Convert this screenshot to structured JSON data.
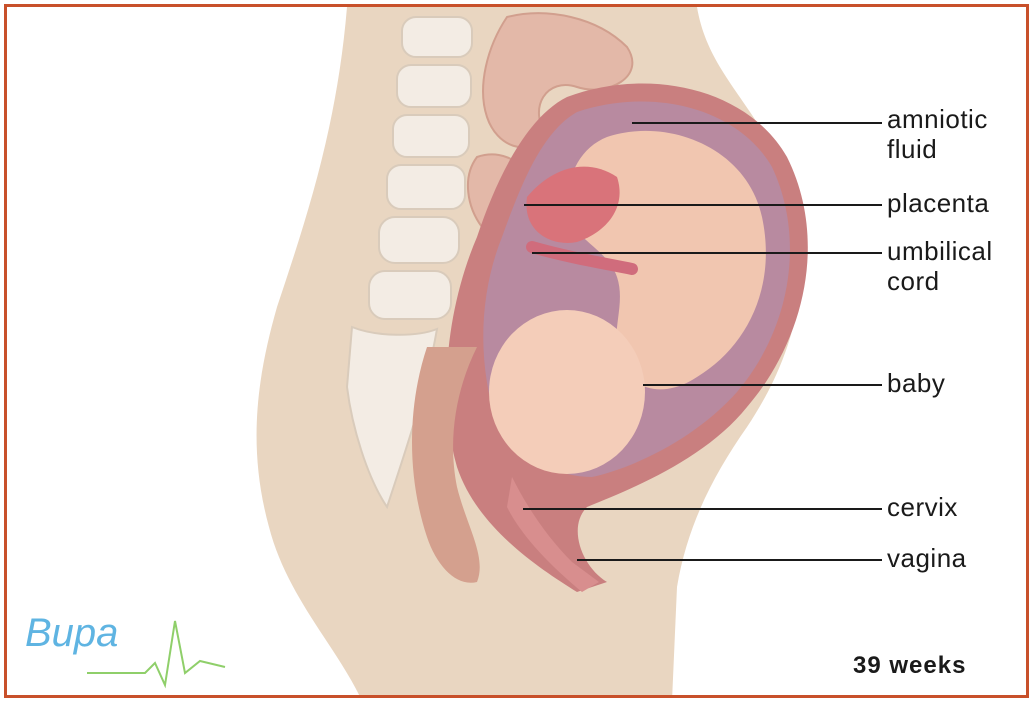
{
  "labels": {
    "amniotic_fluid": [
      "amniotic",
      "fluid"
    ],
    "placenta": "placenta",
    "umbilical_cord": [
      "umbilical",
      "cord"
    ],
    "baby": "baby",
    "cervix": "cervix",
    "vagina": "vagina"
  },
  "caption": "39 weeks",
  "logo": {
    "text": "Bupa",
    "color": "#5fb4e2",
    "line_color": "#8fcf6a"
  },
  "colors": {
    "frame": "#c8502a",
    "skin": "#e9d6c1",
    "uterus": "#c97f7f",
    "baby": "#f1c6b0",
    "fluid": "#b88aa0"
  }
}
